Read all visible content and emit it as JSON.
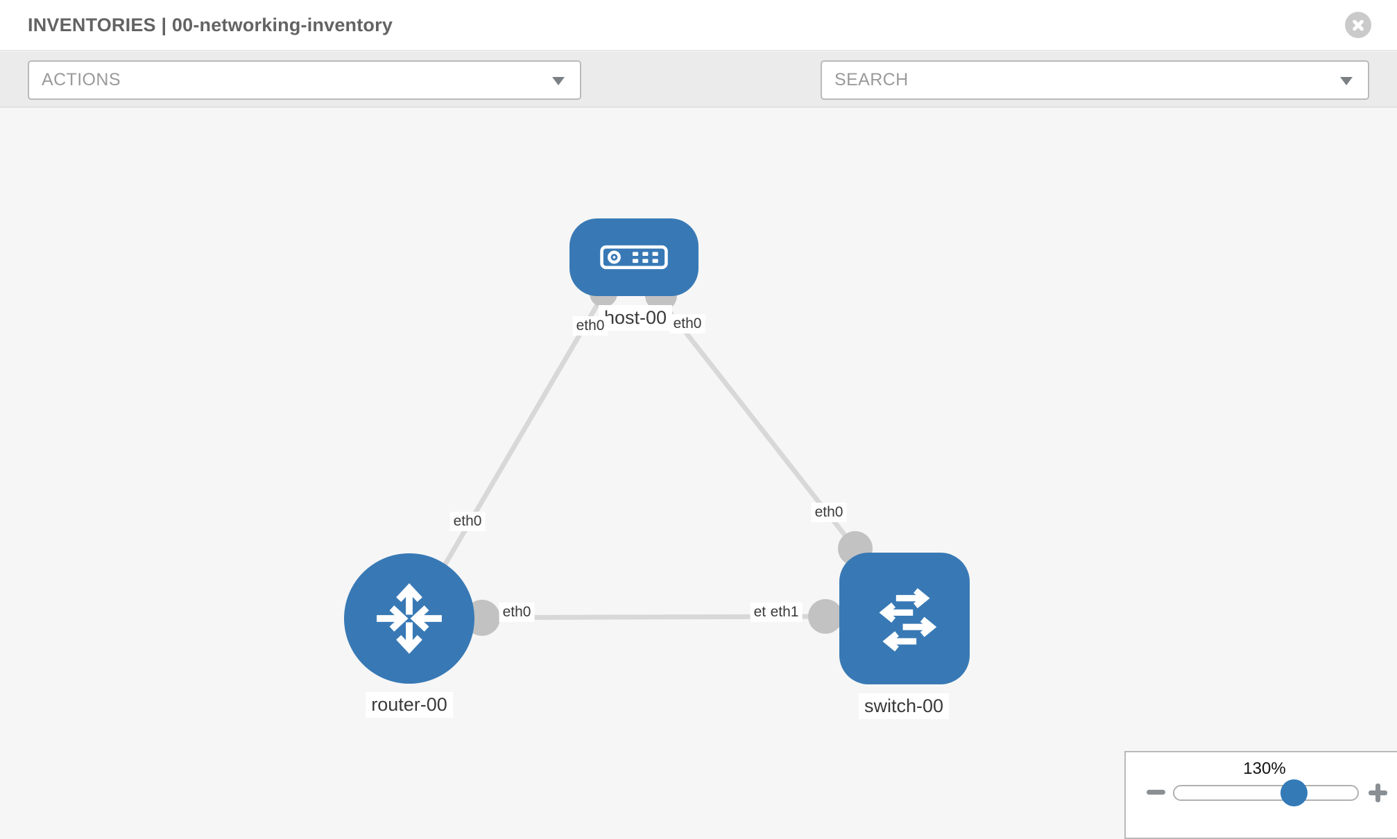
{
  "header": {
    "title": "INVENTORIES | 00-networking-inventory"
  },
  "toolbar": {
    "actions_label": "ACTIONS",
    "search_label": "SEARCH",
    "icons": [
      "wrench-icon",
      "key-icon"
    ]
  },
  "canvas": {
    "nodes": {
      "host": {
        "label": "host-00",
        "type": "host"
      },
      "router": {
        "label": "router-00",
        "type": "router"
      },
      "switch": {
        "label": "switch-00",
        "type": "switch"
      }
    },
    "interfaces": {
      "host_left": "eth0",
      "host_right": "eth0",
      "host_router_link": "eth0",
      "host_switch_link": "eth0",
      "router_switch_router_end": "eth0",
      "router_switch_switch_end_back": "eth0",
      "router_switch_switch_end_front": "eth1"
    }
  },
  "zoom_control": {
    "level": "130%"
  },
  "colors": {
    "node_blue": "#3879b5",
    "thumb_blue": "#337ab7",
    "link_gray": "#d8d8d8",
    "endpoint_gray": "#c2c2c2",
    "icon_gray": "#8d939b"
  }
}
